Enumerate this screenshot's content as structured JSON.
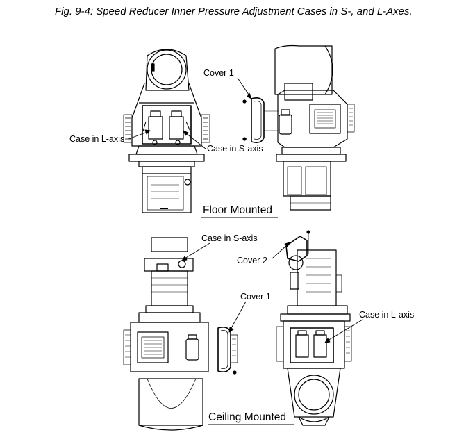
{
  "caption": "Fig. 9-4: Speed Reducer Inner Pressure Adjustment Cases in S-, and L-Axes.",
  "labels": {
    "cover1_top": "Cover 1",
    "case_l_top": "Case in L-axis",
    "case_s_top": "Case in S-axis",
    "floor_mounted": "Floor Mounted",
    "case_s_bottom": "Case in S-axis",
    "cover2": "Cover 2",
    "cover1_bottom": "Cover 1",
    "case_l_bottom": "Case in L-axis",
    "ceiling_mounted": "Ceiling Mounted"
  }
}
